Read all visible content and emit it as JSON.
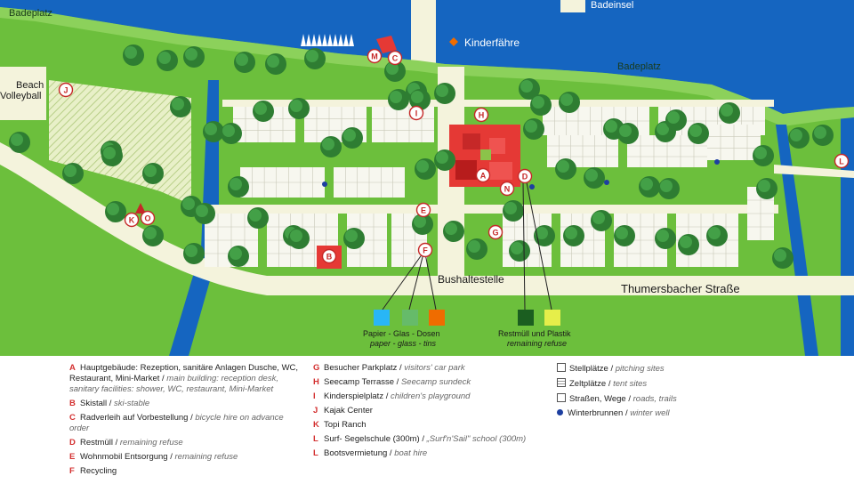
{
  "map": {
    "labels": {
      "badeplatz_nw": "Badeplatz",
      "badeinsel": "Badeinsel",
      "kinderfaehre": "Kinderfähre",
      "badeplatz_ne": "Badeplatz",
      "beach_volleyball_1": "Beach",
      "beach_volleyball_2": "Volleyball",
      "bushaltestelle": "Bushaltestelle",
      "street": "Thumersbacher Straße"
    },
    "markers": {
      "A": "A",
      "B": "B",
      "C": "C",
      "D": "D",
      "E": "E",
      "F": "F",
      "G": "G",
      "H": "H",
      "I": "I",
      "J": "J",
      "K": "K",
      "L": "L",
      "M": "M",
      "N": "N",
      "O": "O"
    },
    "recycling": {
      "left_de": "Papier - Glas - Dosen",
      "left_en": "paper - glass - tins",
      "right_de": "Restmüll und Plastik",
      "right_en": "remaining refuse"
    }
  },
  "legend": {
    "col1": [
      {
        "key": "A",
        "de": "Hauptgebäude: Rezeption, sanitäre Anlagen Dusche, WC, Restaurant, Mini-Market /",
        "en": "main building: reception desk, sanitary facilities: shower, WC, restaurant, Mini-Market"
      },
      {
        "key": "B",
        "de": "Skistall /",
        "en": "ski-stable"
      },
      {
        "key": "C",
        "de": "Radverleih auf Vorbestellung /",
        "en": "bicycle hire on advance order"
      },
      {
        "key": "D",
        "de": "Restmüll /",
        "en": "remaining refuse"
      },
      {
        "key": "E",
        "de": "Wohnmobil Entsorgung /",
        "en": "remaining refuse"
      },
      {
        "key": "F",
        "de": "Recycling",
        "en": ""
      }
    ],
    "col2": [
      {
        "key": "G",
        "de": "Besucher Parkplatz /",
        "en": "visitors' car park"
      },
      {
        "key": "H",
        "de": "Seecamp Terrasse /",
        "en": "Seecamp sundeck"
      },
      {
        "key": "I",
        "de": "Kinderspielplatz /",
        "en": "children's playground"
      },
      {
        "key": "J",
        "de": "Kajak Center",
        "en": ""
      },
      {
        "key": "K",
        "de": "Topi Ranch",
        "en": ""
      },
      {
        "key": "L",
        "de": "Surf- Segelschule (300m) /",
        "en": "„Surf'n'Sail\" school (300m)"
      },
      {
        "key": "L",
        "de": "Bootsvermietung /",
        "en": "boat hire"
      }
    ],
    "col3": [
      {
        "symbol": "square",
        "de": "Stellplätze /",
        "en": "pitching sites"
      },
      {
        "symbol": "square-lined",
        "de": "Zeltplätze /",
        "en": "tent sites"
      },
      {
        "symbol": "square",
        "de": "Straßen, Wege /",
        "en": "roads, trails"
      },
      {
        "symbol": "dot",
        "de": "Winterbrunnen /",
        "en": "winter well"
      }
    ]
  },
  "colors": {
    "water": "#1565c0",
    "grass": "#6cbf3c",
    "path": "#f4f3dc",
    "building": "#e53935",
    "marker_ring": "#c62828",
    "well": "#1d3fa0"
  }
}
